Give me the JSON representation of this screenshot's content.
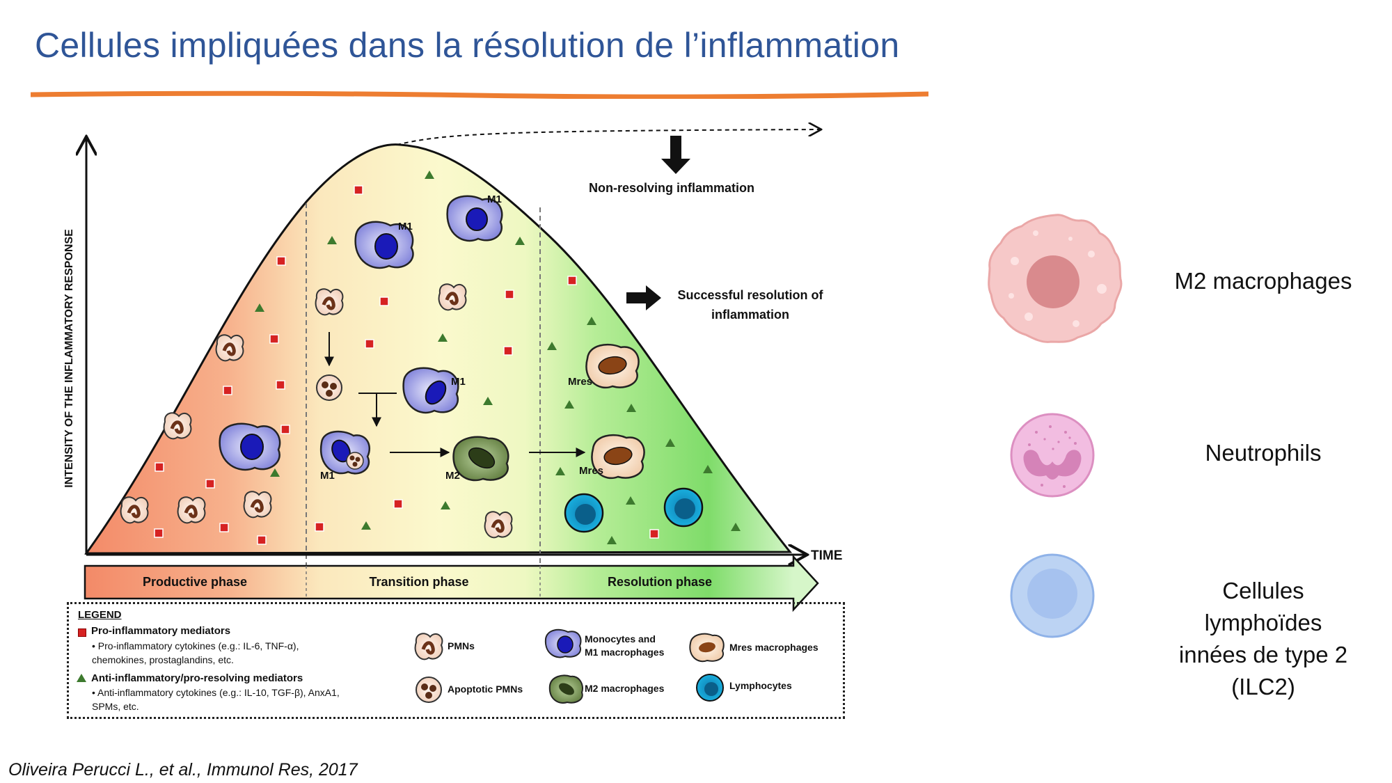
{
  "slide": {
    "title": "Cellules impliquées dans la résolution de l’inflammation",
    "citation": "Oliveira Perucci L., et al., Immunol Res, 2017"
  },
  "diagram": {
    "y_axis_label": "INTENSITY OF THE INFLAMMATORY RESPONSE",
    "x_axis_label": "TIME",
    "non_resolving": "Non-resolving inflammation",
    "successful_resolution_line1": "Successful resolution of",
    "successful_resolution_line2": "inflammation",
    "phases": [
      "Productive phase",
      "Transition phase",
      "Resolution phase"
    ],
    "cell_labels": {
      "m1": "M1",
      "m2": "M2",
      "mres": "Mres"
    }
  },
  "legend": {
    "title": "LEGEND",
    "pro_title": "Pro-inflammatory mediators",
    "pro_detail_line1": "•   Pro-inflammatory cytokines (e.g.: IL-6, TNF-α),",
    "pro_detail_line2": "chemokines, prostaglandins, etc.",
    "anti_title": "Anti-inflammatory/pro-resolving mediators",
    "anti_detail_line1": "•   Anti-inflammatory cytokines (e.g.: IL-10, TGF-β), AnxA1,",
    "anti_detail_line2": "SPMs, etc.",
    "pmns": "PMNs",
    "apoptotic_pmns": "Apoptotic PMNs",
    "monocytes_line1": "Monocytes and",
    "monocytes_line2": "M1 macrophages",
    "m2_macrophages": "M2 macrophages",
    "mres_macrophages": "Mres macrophages",
    "lymphocytes": "Lymphocytes"
  },
  "cells_panel": {
    "m2": "M2 macrophages",
    "neutrophils": "Neutrophils",
    "ilc2_line1": "Cellules",
    "ilc2_line2": "lymphoïdes",
    "ilc2_line3": "innées de type 2",
    "ilc2_line4": "(ILC2)"
  },
  "colors": {
    "title": "#2f5597",
    "underline": "#ed7d31",
    "productive": "#f5946f",
    "transition": "#fbf8c8",
    "resolution": "#8ee07a",
    "mediator_pro": "#d62222",
    "mediator_anti": "#3d7a2e"
  }
}
